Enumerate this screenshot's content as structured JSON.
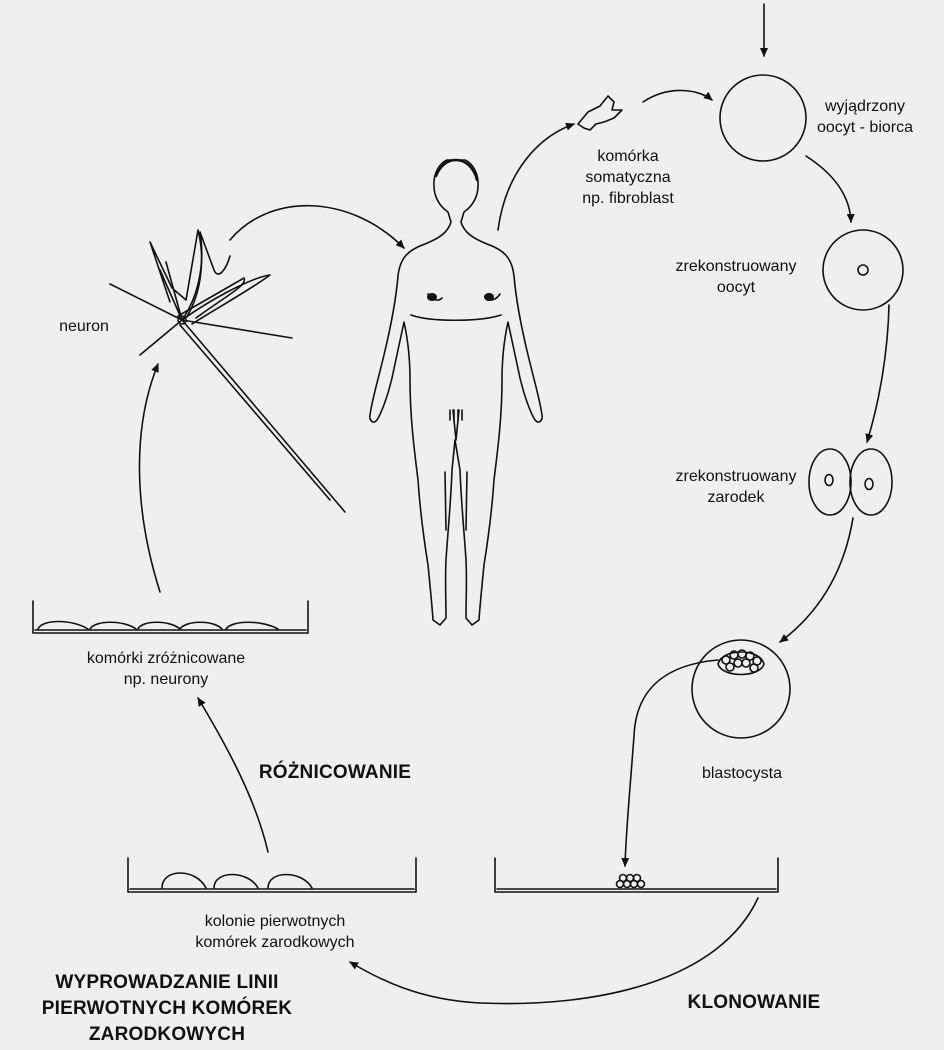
{
  "labels": {
    "neuron": "neuron",
    "somatic_cell": [
      "komórka",
      "somatyczna",
      "np. fibroblast"
    ],
    "enucleated_oocyte": [
      "wyjądrzony",
      "oocyt - biorca"
    ],
    "reconstructed_oocyte": [
      "zrekonstruowany",
      "oocyt"
    ],
    "reconstructed_embryo": [
      "zrekonstruowany",
      "zarodek"
    ],
    "blastocyst": "blastocysta",
    "differentiated_cells": [
      "komórki zróżnicowane",
      "np. neurony"
    ],
    "germ_colonies": [
      "kolonie pierwotnych",
      "komórek zarodkowych"
    ]
  },
  "headings": {
    "differentiation": "RÓŻNICOWANIE",
    "cloning": "KLONOWANIE",
    "derivation": [
      "WYPROWADZANIE LINII",
      "PIERWOTNYCH KOMÓREK",
      "ZARODKOWYCH"
    ]
  },
  "colors": {
    "ink": "#111111",
    "background": "#efefed"
  }
}
